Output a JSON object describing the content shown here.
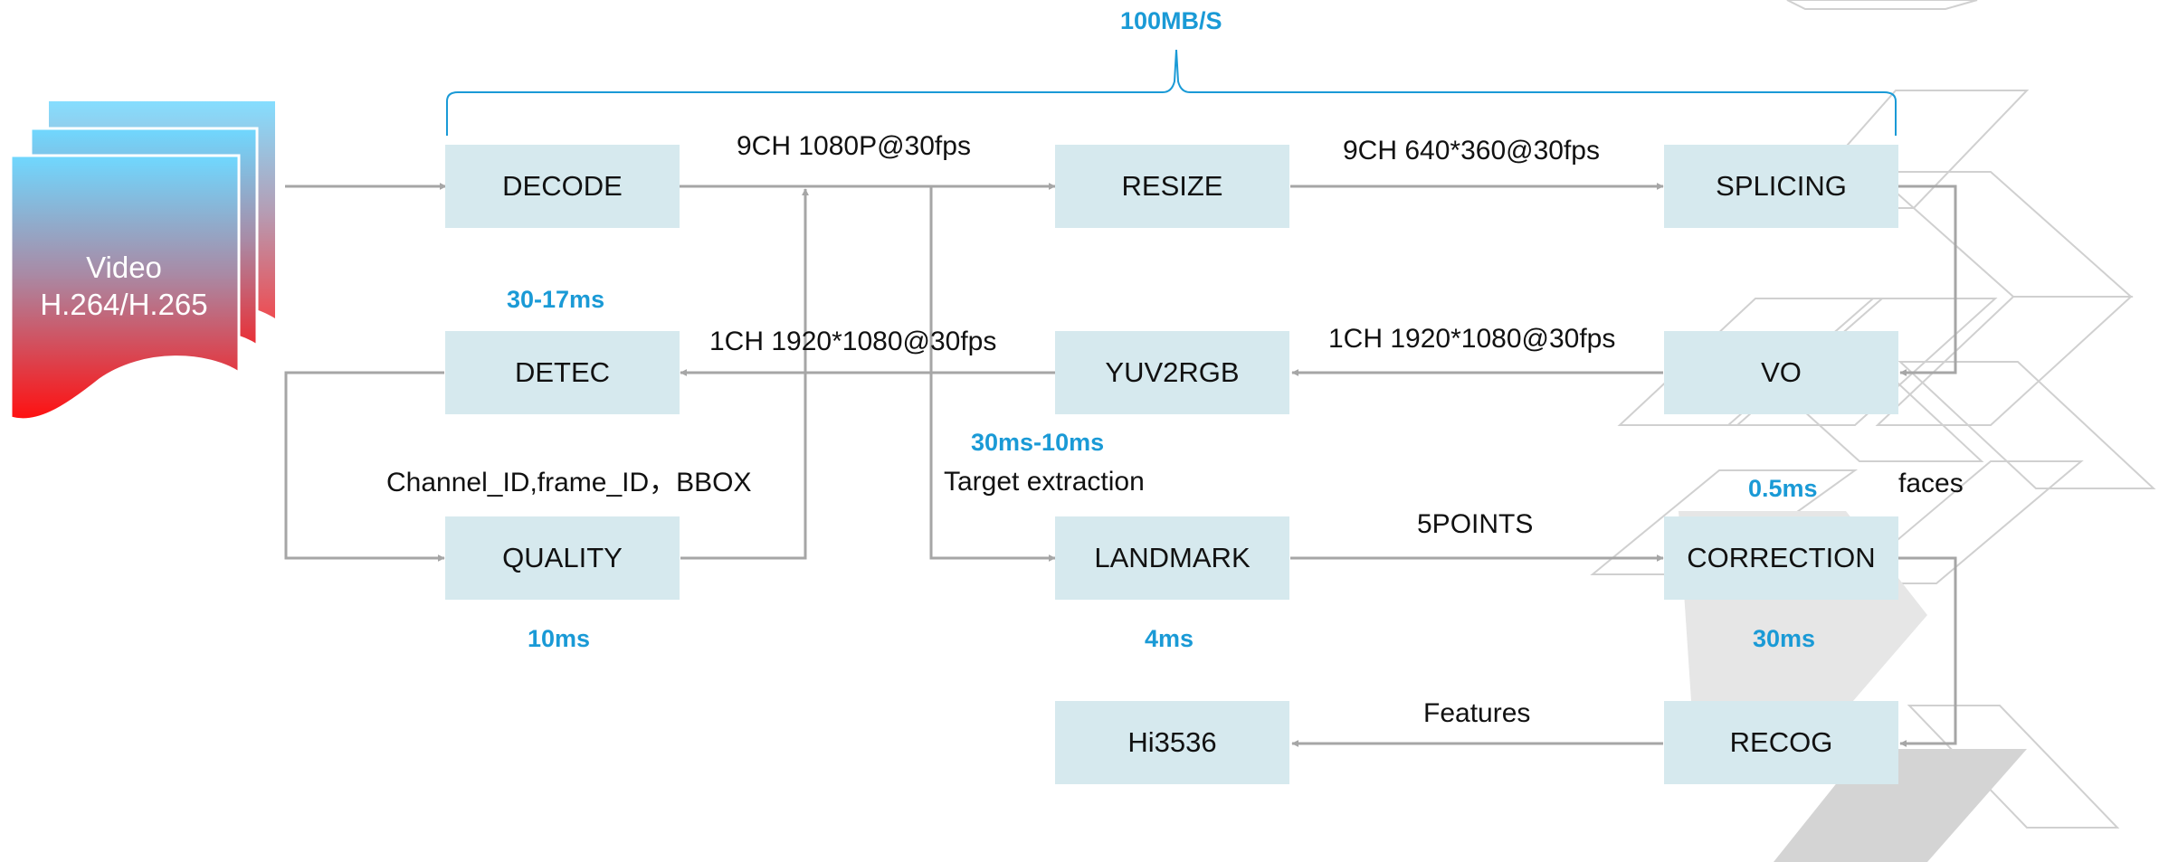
{
  "colors": {
    "box": "#d6e9ee",
    "arrow": "#a6a6a6",
    "timing": "#1a9ad6",
    "text": "#111111",
    "doc_top": "#6fd8ff",
    "doc_bottom": "#ff1010"
  },
  "source": {
    "line1": "Video",
    "line2": "H.264/H.265"
  },
  "bandwidth": "100MB/S",
  "nodes": {
    "decode": "DECODE",
    "resize": "RESIZE",
    "splicing": "SPLICING",
    "detec": "DETEC",
    "yuv2rgb": "YUV2RGB",
    "vo": "VO",
    "quality": "QUALITY",
    "landmark": "LANDMARK",
    "correction": "CORRECTION",
    "hi3536": "Hi3536",
    "recog": "RECOG"
  },
  "labels": {
    "decode_out": "9CH 1080P@30fps",
    "resize_out": "9CH 640*360@30fps",
    "yuv_to_detec": "1CH 1920*1080@30fps",
    "vo_to_yuv": "1CH 1920*1080@30fps",
    "detec_out": "Channel_ID,frame_ID，BBOX",
    "target": "Target extraction",
    "points": "5POINTS",
    "faces": "faces",
    "features": "Features"
  },
  "timings": {
    "detec": "30-17ms",
    "yuv2rgb": "30ms-10ms",
    "quality": "10ms",
    "landmark": "4ms",
    "correction_top": "0.5ms",
    "correction_bottom": "30ms"
  }
}
